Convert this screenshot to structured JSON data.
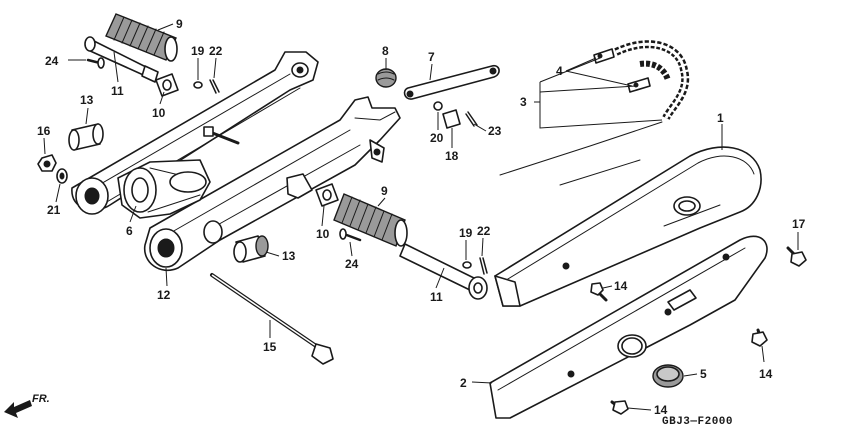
{
  "diagram": {
    "code": "GBJ3—F2000",
    "direction_label": "FR.",
    "callouts": {
      "c1": "1",
      "c2": "2",
      "c3": "3",
      "c4": "4",
      "c5": "5",
      "c6": "6",
      "c7": "7",
      "c8": "8",
      "c9a": "9",
      "c9b": "9",
      "c10a": "10",
      "c10b": "10",
      "c11a": "11",
      "c11b": "11",
      "c12": "12",
      "c13a": "13",
      "c13b": "13",
      "c14a": "14",
      "c14b": "14",
      "c14c": "14",
      "c15": "15",
      "c16": "16",
      "c17": "17",
      "c18": "18",
      "c19a": "19",
      "c19b": "19",
      "c20": "20",
      "c21": "21",
      "c22a": "22",
      "c22b": "22",
      "c23": "23",
      "c24a": "24",
      "c24b": "24"
    }
  }
}
